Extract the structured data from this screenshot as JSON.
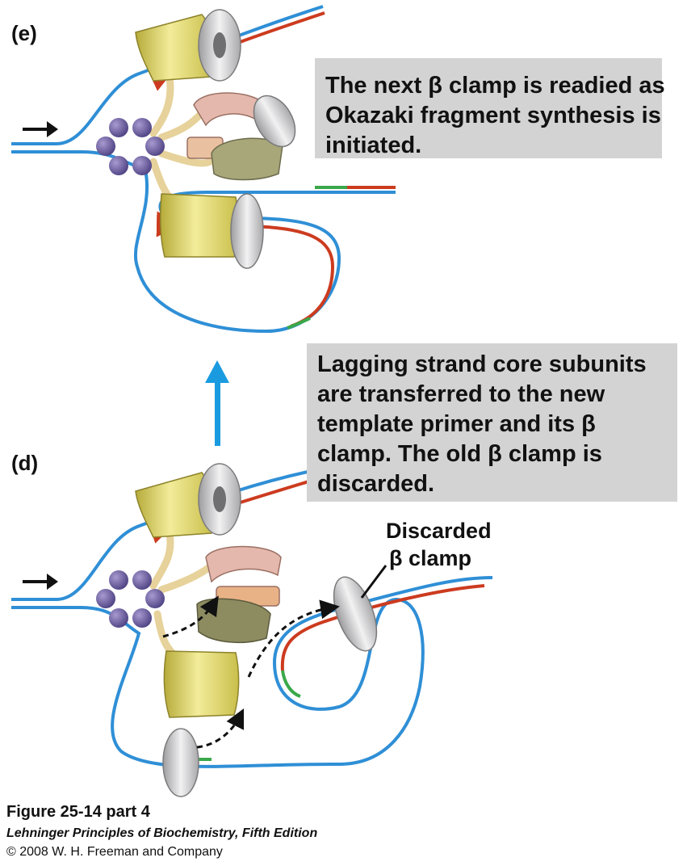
{
  "panels": {
    "e": {
      "label": "(e)",
      "caption": [
        "The next β clamp is readied as",
        "Okazaki fragment synthesis is",
        "initiated."
      ]
    },
    "d": {
      "label": "(d)",
      "caption": [
        "Lagging strand core subunits",
        "are transferred to the new",
        "template primer and its β",
        "clamp. The old β clamp is",
        "discarded."
      ],
      "callout": [
        "Discarded",
        "β clamp"
      ]
    }
  },
  "footer": {
    "figure": "Figure 25-14 part 4",
    "book": "Lehninger Principles of Biochemistry, Fifth Edition",
    "copyright": "© 2008 W. H. Freeman and Company"
  },
  "colors": {
    "template_strand": "#2f8fd6",
    "new_dna": "#cc3b1f",
    "rna_primer": "#3aa84a",
    "core_polymerase": "#e2d96a",
    "beta_clamp": "#cfcfd1",
    "helicase": "#6e5f9e",
    "caption_bg": "#d3d3d3",
    "transition_arrow": "#1a9be0"
  }
}
